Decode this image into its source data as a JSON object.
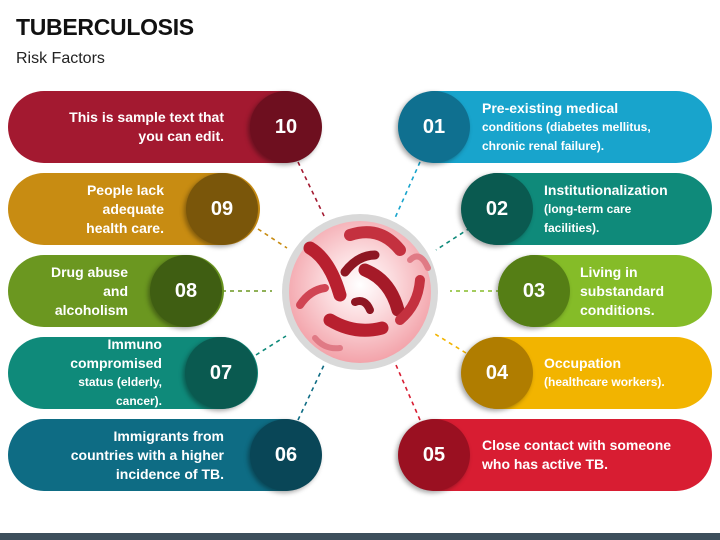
{
  "header": {
    "title": "TUBERCULOSIS",
    "subtitle": "Risk Factors"
  },
  "colors": {
    "crimson": "#a31930",
    "crimson_dark": "#6e0f1f",
    "gold": "#c88c12",
    "gold_dark": "#7a560a",
    "olive": "#6b9720",
    "olive_dark": "#3f5e12",
    "teal": "#0f8a7a",
    "teal_dark": "#0a5a50",
    "petrol": "#0e6c84",
    "petrol_dark": "#094657",
    "sky": "#18a4cc",
    "sky_dark": "#0f7090",
    "green": "#85bc28",
    "green_dark": "#557e15",
    "amber": "#f2b400",
    "amber_dark": "#b07d00",
    "red": "#d81d32",
    "red_dark": "#9a1021"
  },
  "left_items": [
    {
      "number": "10",
      "line1": "This is sample text that",
      "line2": "you can edit.",
      "line3": ""
    },
    {
      "number": "09",
      "line1": "People lack adequate",
      "line2": "health care.",
      "line3": ""
    },
    {
      "number": "08",
      "line1": "Drug abuse and",
      "line2": "alcoholism",
      "line3": ""
    },
    {
      "number": "07",
      "line1": "Immuno compromised",
      "line2": "status (elderly, cancer).",
      "line3": ""
    },
    {
      "number": "06",
      "line1": "Immigrants from",
      "line2": "countries with a higher",
      "line3": "incidence of TB."
    }
  ],
  "right_items": [
    {
      "number": "01",
      "line1": "Pre-existing medical",
      "line2": "conditions (diabetes mellitus,",
      "line3": "chronic renal failure)."
    },
    {
      "number": "02",
      "line1": "Institutionalization",
      "line2": "(long-term care",
      "line3": "facilities)."
    },
    {
      "number": "03",
      "line1": "Living in",
      "line2": "substandard",
      "line3": "conditions."
    },
    {
      "number": "04",
      "line1": "Occupation",
      "line2": "(healthcare workers).",
      "line3": ""
    },
    {
      "number": "05",
      "line1": "Close contact with someone",
      "line2": "who has active TB.",
      "line3": ""
    }
  ],
  "center": {
    "icon": "bacteria-icon"
  }
}
